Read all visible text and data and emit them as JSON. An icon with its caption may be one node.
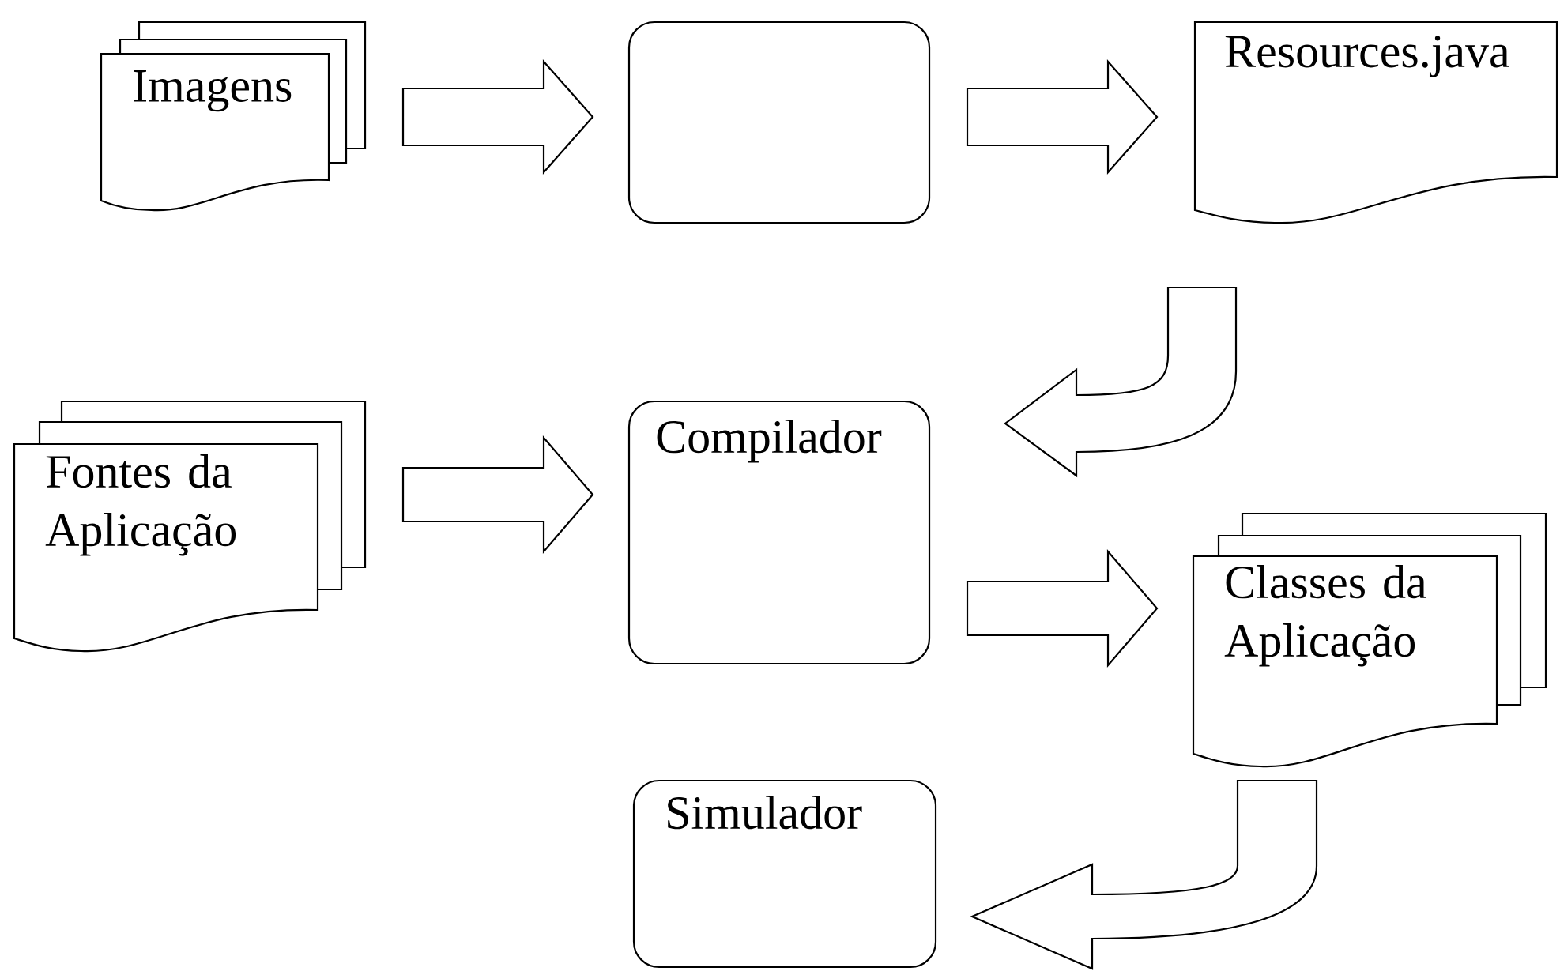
{
  "diagram": {
    "nodes": [
      {
        "text": [
          "Imagens"
        ]
      },
      {
        "text": [],
        "shape": "box"
      },
      {
        "text": [
          "Resources.java"
        ]
      },
      {
        "text": [
          "Fontes da Aplicação"
        ]
      },
      {
        "text": [
          "Compilador"
        ]
      },
      {
        "text": [
          "Classes da Aplicação"
        ]
      },
      {
        "text": [
          "Simulador"
        ]
      }
    ],
    "edges": [
      {
        "from": 0,
        "to": 1,
        "arrow": "to"
      },
      {
        "from": 1,
        "to": 2,
        "arrow": "to"
      },
      {
        "from": 3,
        "to": 4,
        "arrow": "to"
      },
      {
        "from": 4,
        "to": 5,
        "arrow": "to"
      },
      {
        "from": 2,
        "to": 4,
        "arrow": "to"
      },
      {
        "from": 5,
        "to": 6,
        "arrow": "to"
      }
    ]
  }
}
